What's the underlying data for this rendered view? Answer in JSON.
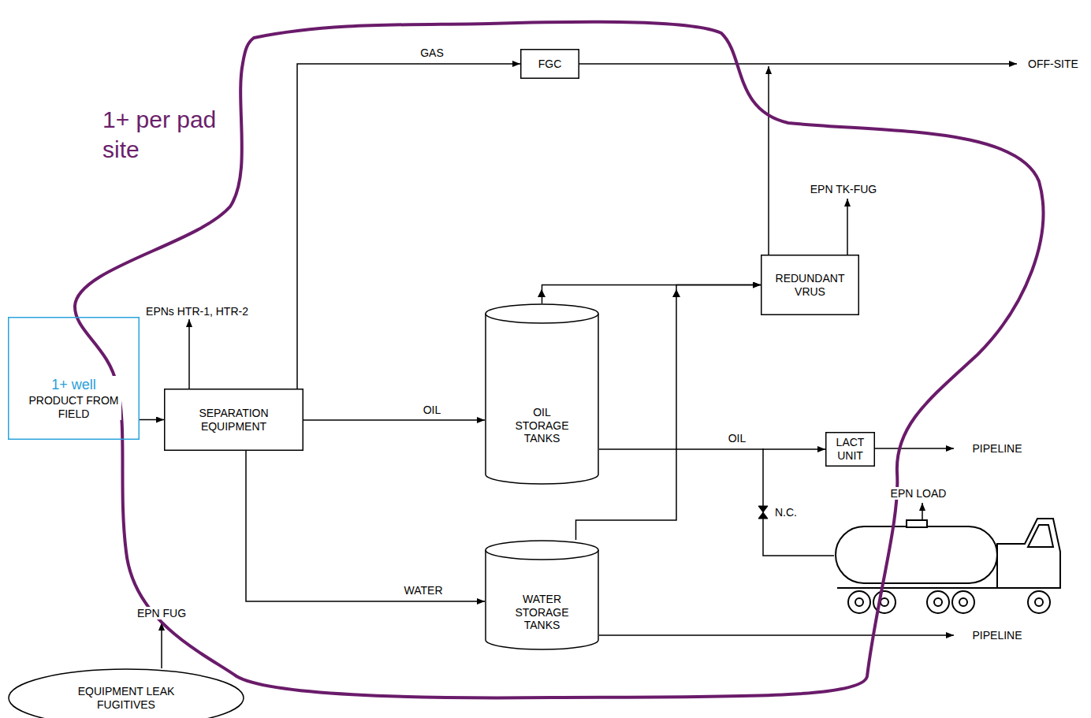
{
  "diagram": {
    "nodes": [
      {
        "text": [
          "1+ per pad site"
        ]
      },
      {
        "text": [
          "1+ well",
          "PRODUCT FROM FIELD"
        ]
      },
      {
        "text": [
          "SEPARATION EQUIPMENT"
        ],
        "in": 0
      },
      {
        "text": [
          "FGC"
        ],
        "in": 0
      },
      {
        "text": [
          "REDUNDANT VRUS"
        ],
        "in": 0
      },
      {
        "text": [
          "OIL STORAGE TANKS"
        ],
        "in": 0
      },
      {
        "text": [
          "WATER STORAGE TANKS"
        ],
        "in": 0
      },
      {
        "text": [
          "LACT UNIT"
        ],
        "in": 0
      },
      {
        "text": [
          "EQUIPMENT LEAK FUGITIVES"
        ]
      }
    ],
    "edges": [
      {
        "from": 1,
        "to": 2,
        "arrow": "to"
      },
      {
        "from": 2,
        "to": 3,
        "label": "GAS",
        "arrow": "to"
      },
      {
        "from": 2,
        "to": 5,
        "label": "OIL",
        "arrow": "to"
      },
      {
        "from": 2,
        "to": 6,
        "label": "WATER",
        "arrow": "to"
      },
      {
        "from": 5,
        "to": 4,
        "arrow": "to"
      },
      {
        "from": 6,
        "to": 4,
        "arrow": "to"
      },
      {
        "from": 5,
        "to": 7,
        "label": "OIL",
        "arrow": "to"
      }
    ],
    "labels": [
      "OFF-SITE",
      "EPN TK-FUG",
      "EPNs HTR-1, HTR-2",
      "PIPELINE",
      "EPN LOAD",
      "N.C.",
      "PIPELINE",
      "EPN FUG"
    ]
  }
}
